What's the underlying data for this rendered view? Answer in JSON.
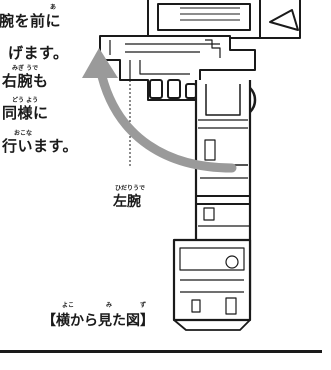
{
  "instructions": {
    "lines": [
      {
        "text": "腕を前に"
      },
      {
        "text": "げます。"
      },
      {
        "text": "右腕も",
        "ruby": "みぎ うで"
      },
      {
        "text": "同様に",
        "ruby": "どう よう"
      },
      {
        "text": "行います。",
        "ruby": "おこな"
      }
    ]
  },
  "part_label": {
    "ruby": "ひだりうで",
    "text": "左腕"
  },
  "figure_caption": {
    "text": "【横から見た図】",
    "ruby_yoko": "よこ",
    "ruby_mi": "み",
    "ruby_zu": "ず"
  },
  "colors": {
    "ink": "#1a1a1a",
    "arrow": "#9a9a9a",
    "background": "#ffffff"
  }
}
